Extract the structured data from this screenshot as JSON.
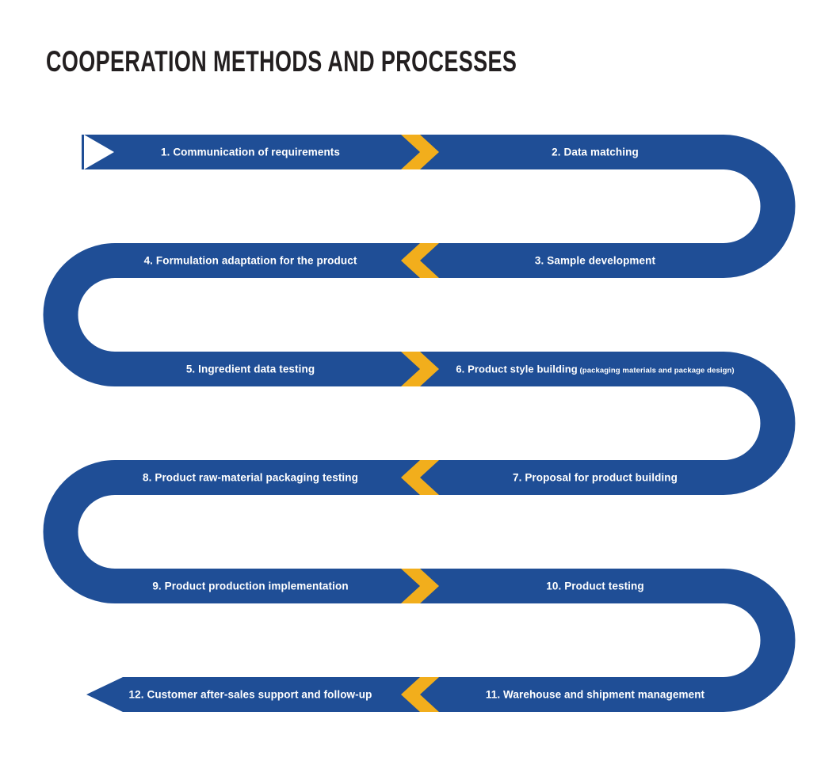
{
  "title": "COOPERATION METHODS AND PROCESSES",
  "colors": {
    "ribbon": "#1F4E96",
    "chevron": "#F2AE1C",
    "title_text": "#231F20",
    "label_text": "#FFFFFF",
    "background": "#FFFFFF"
  },
  "flow": {
    "rows": [
      {
        "left_label": "1. Communication of requirements",
        "right_label": "2. Data matching",
        "chevron_direction": "right"
      },
      {
        "left_label": "4. Formulation adaptation for the product",
        "right_label": "3. Sample development",
        "chevron_direction": "left"
      },
      {
        "left_label": "5. Ingredient data testing",
        "right_label": "6. Product style building",
        "right_label_sub": " (packaging materials and package design)",
        "chevron_direction": "right"
      },
      {
        "left_label": "8. Product raw-material packaging testing",
        "right_label": "7. Proposal for product building",
        "chevron_direction": "left"
      },
      {
        "left_label": "9. Product production implementation",
        "right_label": "10. Product testing",
        "chevron_direction": "right"
      },
      {
        "left_label": "12. Customer after-sales support and follow-up",
        "right_label": "11. Warehouse and shipment management",
        "chevron_direction": "left"
      }
    ],
    "sequence": [
      "1. Communication of requirements",
      "2. Data matching",
      "3. Sample development",
      "4. Formulation adaptation for the product",
      "5. Ingredient data testing",
      "6. Product style building (packaging materials and package design)",
      "7. Proposal for product building",
      "8. Product raw-material packaging testing",
      "9. Product production implementation",
      "10. Product testing",
      "11. Warehouse and shipment management",
      "12. Customer after-sales support and follow-up"
    ]
  }
}
